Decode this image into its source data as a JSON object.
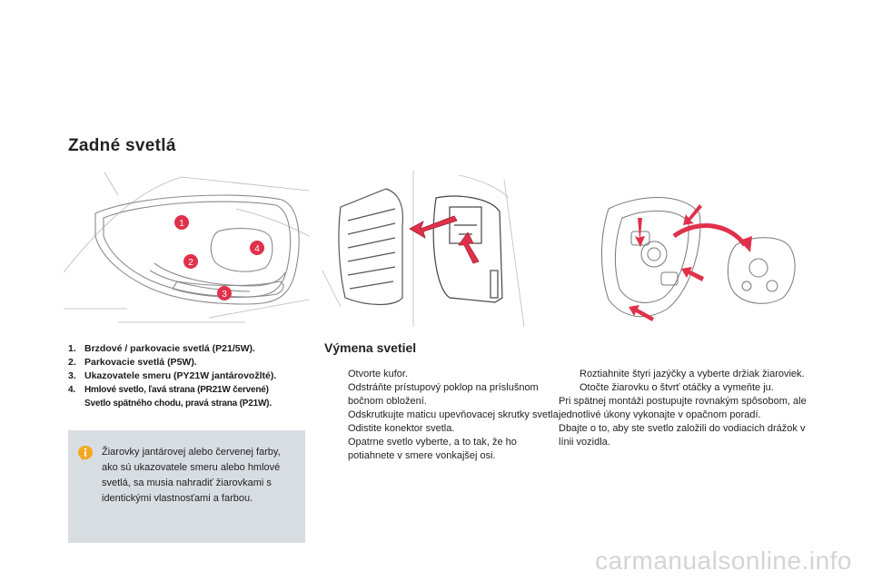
{
  "title": "Zadné svetlá",
  "figure_markers": [
    "1",
    "2",
    "3",
    "4"
  ],
  "parts": [
    {
      "num": "1.",
      "text": "Brzdové / parkovacie svetlá (P21/5W)."
    },
    {
      "num": "2.",
      "text": "Parkovacie svetlá (P5W)."
    },
    {
      "num": "3.",
      "text": "Ukazovatele smeru (PY21W jantárovožlté)."
    },
    {
      "num": "4.",
      "text": "Hmlové svetlo, ľavá strana (PR21W červené)",
      "text2": "Svetlo spätného chodu, pravá strana (P21W)."
    }
  ],
  "note": {
    "icon": "info-icon",
    "text": "Žiarovky jantárovej alebo červenej farby, ako sú ukazovatele smeru alebo hmlové svetlá, sa musia nahradiť žiarovkami s identickými vlastnosťami a farbou."
  },
  "section_heading": "Výmena svetiel",
  "bullet_glyph": "",
  "steps_left": [
    "Otvorte kufor.",
    "Odstráňte prístupový poklop na príslušnom bočnom obložení.",
    "Odskrutkujte maticu upevňovacej skrutky svetla.",
    "Odistite konektor svetla.",
    "Opatrne svetlo vyberte, a to tak, že ho potiahnete v smere vonkajšej osi."
  ],
  "steps_right": [
    "Roztiahnite štyri jazýčky a vyberte držiak žiaroviek.",
    "Otočte žiarovku o štvrť otáčky a vymeňte ju."
  ],
  "refit_text": "Pri spätnej montáži postupujte rovnakým spôsobom, ale jednotlivé úkony vykonajte v opačnom poradí.",
  "guide_text": "Dbajte o to, aby ste svetlo založili do vodiacich drážok v línii vozidla.",
  "watermark": "carmanualsonline.info",
  "colors": {
    "marker": "#e0314a",
    "arrow": "#e0314a",
    "note_bg": "#d8dde2",
    "line": "#888888"
  }
}
